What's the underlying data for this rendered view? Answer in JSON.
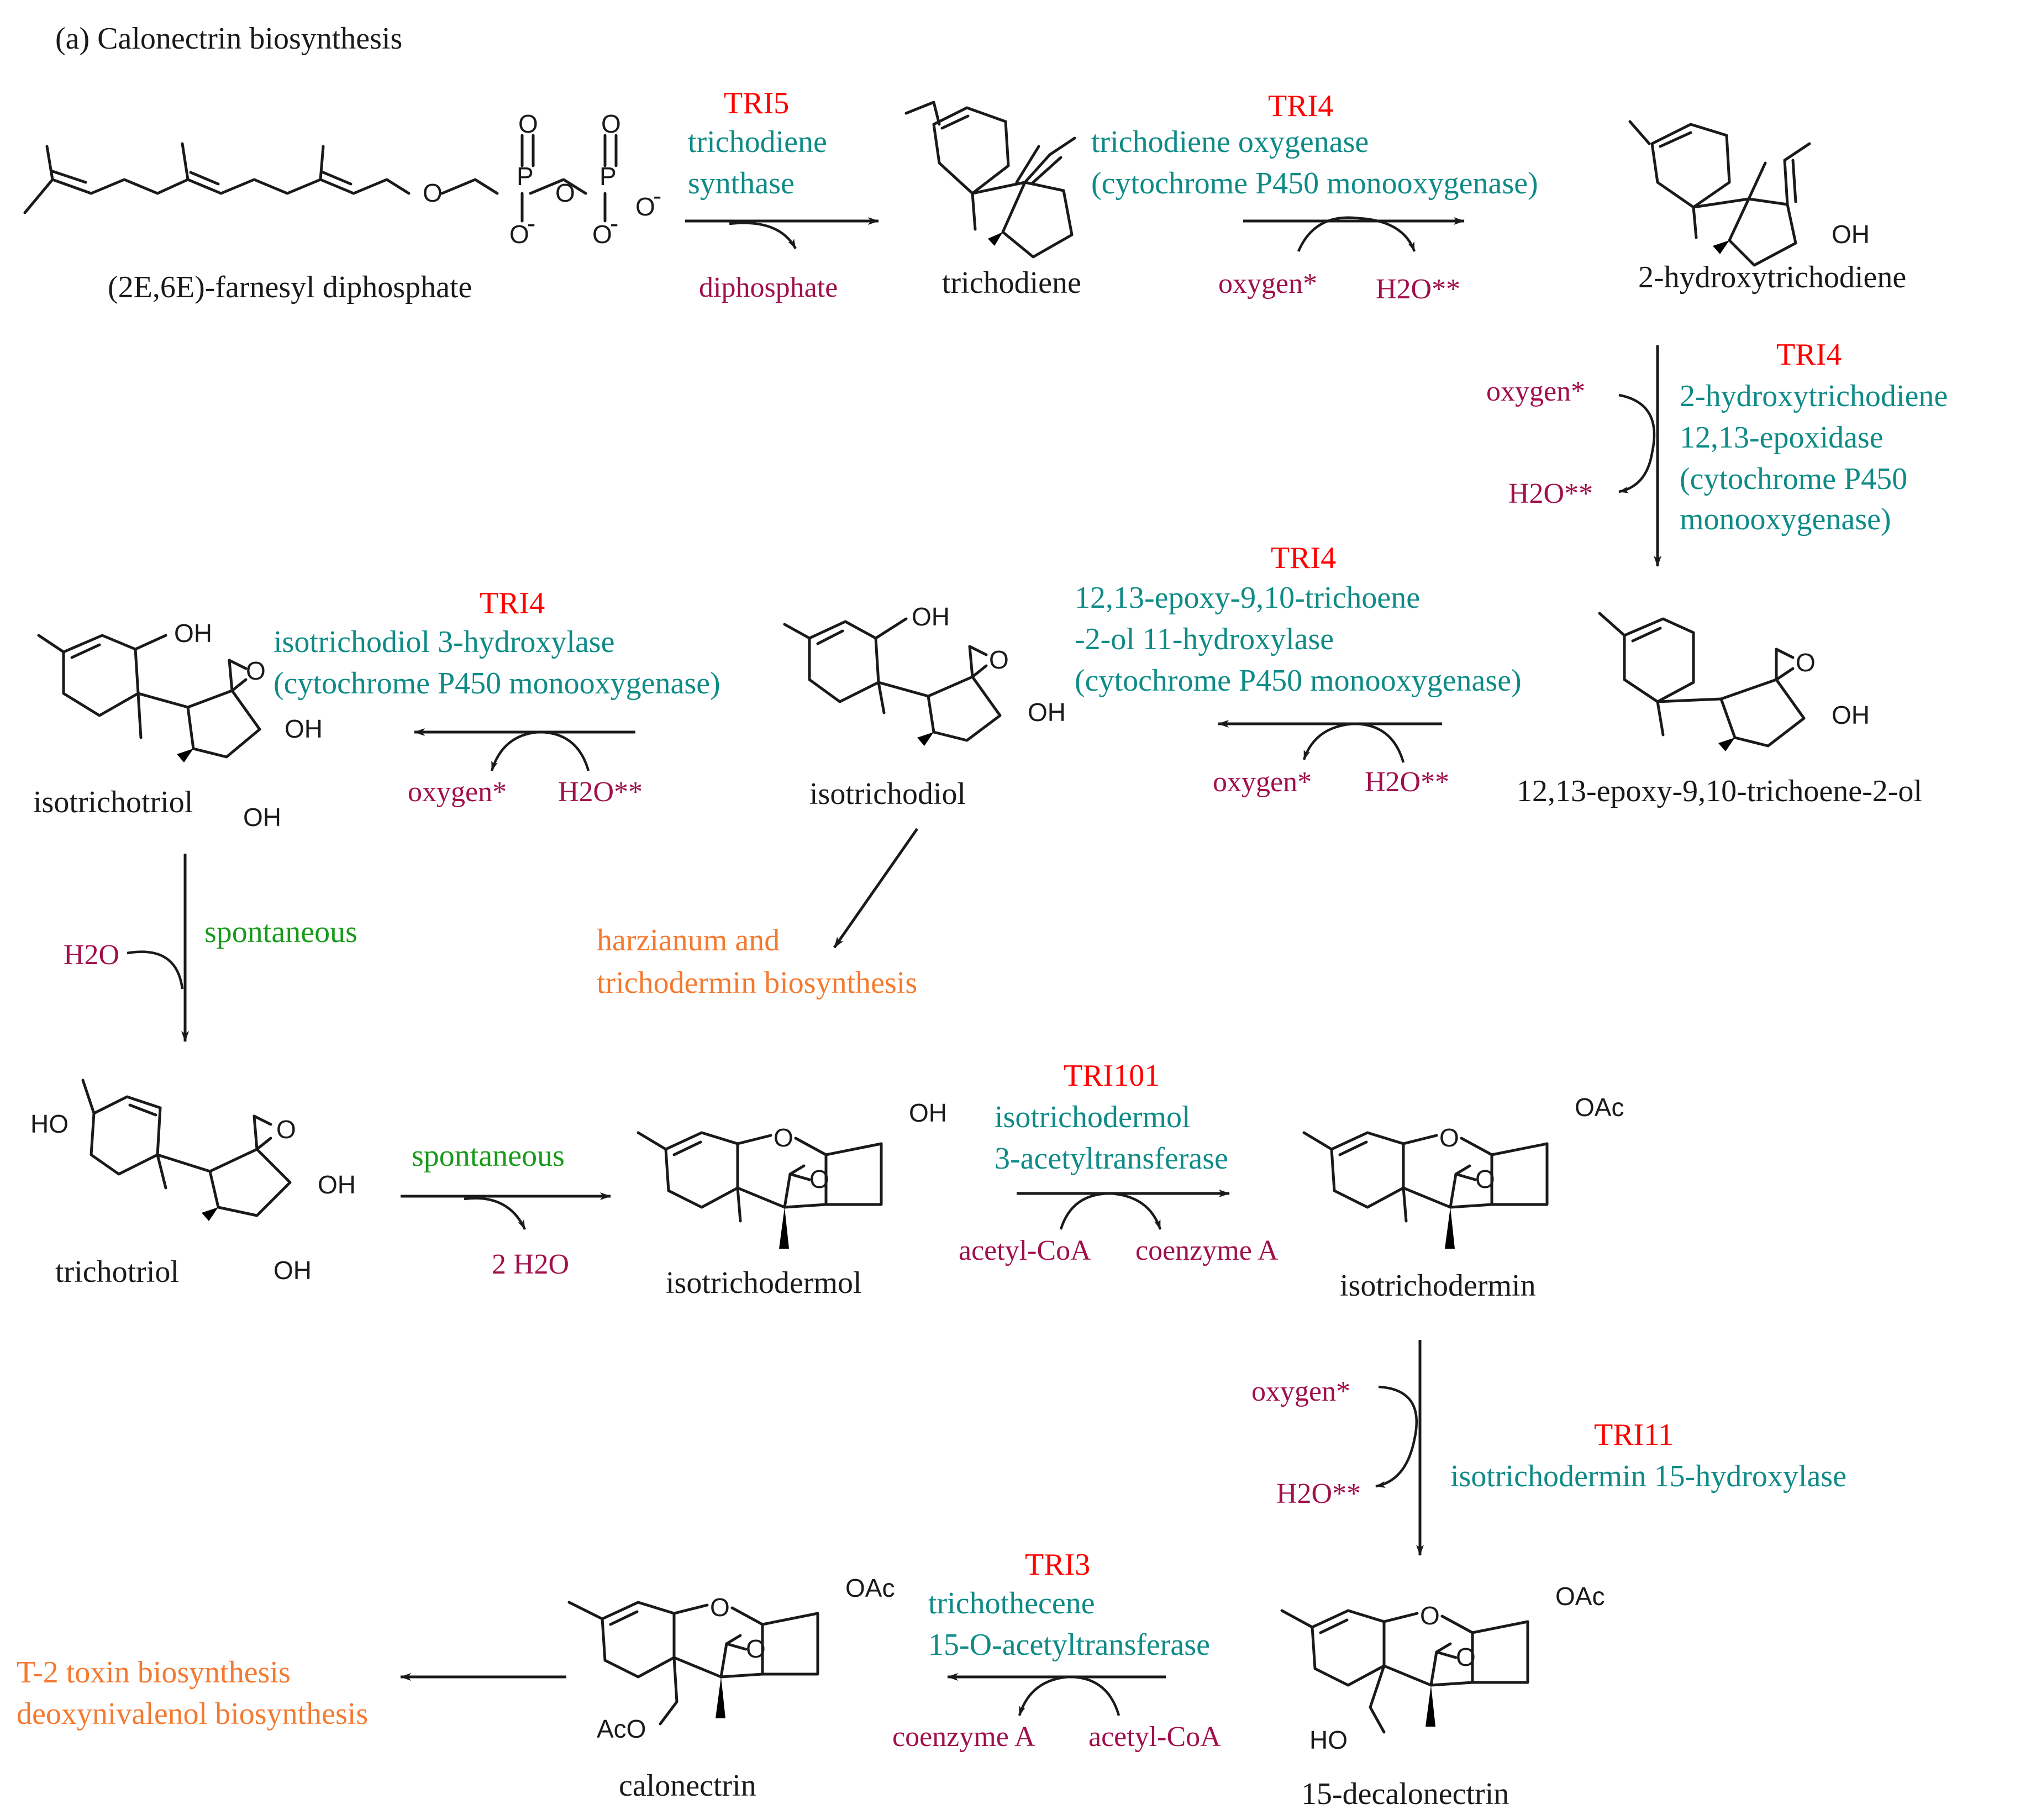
{
  "title": "(a) Calonectrin biosynthesis",
  "colors": {
    "enzyme_name": "#ff0000",
    "enzyme_desc": "#0f8b87",
    "cosubstrate": "#a0104a",
    "spontaneous": "#1a9a1a",
    "downstream": "#f47a30",
    "compound": "#1a1a1a"
  },
  "compounds": {
    "fpp": "(2E,6E)-farnesyl diphosphate",
    "trichodiene": "trichodiene",
    "hydroxytrichodiene": "2-hydroxytrichodiene",
    "epoxytrichoene": "12,13-epoxy-9,10-trichoene-2-ol",
    "isotrichodiol": "isotrichodiol",
    "isotrichotriol": "isotrichotriol",
    "trichotriol": "trichotriol",
    "isotrichodermol": "isotrichodermol",
    "isotrichodermin": "isotrichodermin",
    "decalonectrin": "15-decalonectrin",
    "calonectrin": "calonectrin"
  },
  "atoms": {
    "O": "O",
    "OH": "OH",
    "HO": "HO",
    "OAc": "OAc",
    "AcO": "AcO",
    "P": "P",
    "O_minus": "O",
    "minus": "-"
  },
  "steps": {
    "s1": {
      "enzyme": "TRI5",
      "desc1": "trichodiene",
      "desc2": "synthase",
      "out": "diphosphate"
    },
    "s2": {
      "enzyme": "TRI4",
      "desc1": "trichodiene oxygenase",
      "desc2": "(cytochrome P450 monooxygenase)",
      "in": "oxygen*",
      "out": "H2O**"
    },
    "s3": {
      "enzyme": "TRI4",
      "desc1": "2-hydroxytrichodiene",
      "desc2": "12,13-epoxidase",
      "desc3": "(cytochrome P450",
      "desc4": "monooxygenase)",
      "in": "oxygen*",
      "out": "H2O**"
    },
    "s4": {
      "enzyme": "TRI4",
      "desc1": "12,13-epoxy-9,10-trichoene",
      "desc2": "-2-ol 11-hydroxylase",
      "desc3": "(cytochrome P450 monooxygenase)",
      "in": "oxygen*",
      "out": "H2O**"
    },
    "s5": {
      "enzyme": "TRI4",
      "desc1": "isotrichodiol 3-hydroxylase",
      "desc2": "(cytochrome P450 monooxygenase)",
      "in": "oxygen*",
      "out": "H2O**"
    },
    "s6": {
      "label": "spontaneous",
      "in": "H2O"
    },
    "s7": {
      "label": "spontaneous",
      "out": "2 H2O"
    },
    "s8": {
      "enzyme": "TRI101",
      "desc1": "isotrichodermol",
      "desc2": "3-acetyltransferase",
      "in": "acetyl-CoA",
      "out": "coenzyme A"
    },
    "s9": {
      "enzyme": "TRI11",
      "desc1": "isotrichodermin 15-hydroxylase",
      "in": "oxygen*",
      "out": "H2O**"
    },
    "s10": {
      "enzyme": "TRI3",
      "desc1": "trichothecene",
      "desc2": "15-O-acetyltransferase",
      "in": "acetyl-CoA",
      "out": "coenzyme A"
    }
  },
  "branches": {
    "harzianum1": "harzianum and",
    "harzianum2": "trichodermin biosynthesis",
    "t2toxin": "T-2 toxin biosynthesis",
    "deoxynivalenol": "deoxynivalenol biosynthesis"
  }
}
